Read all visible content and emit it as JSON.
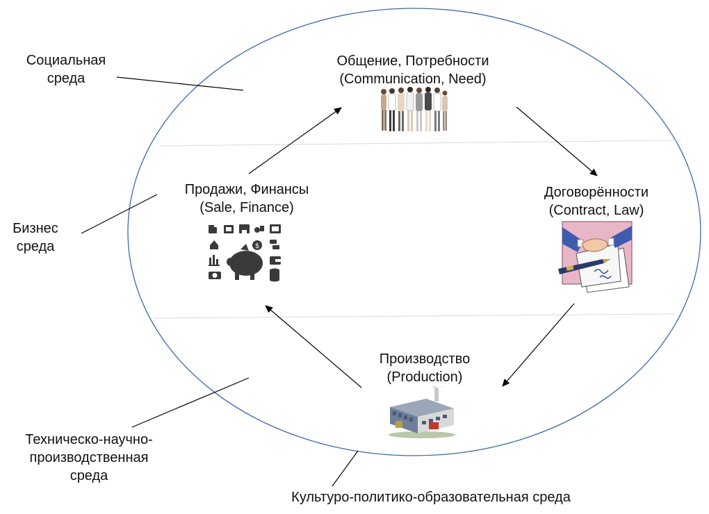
{
  "side_labels": {
    "social": [
      "Социальная",
      "среда"
    ],
    "business": [
      "Бизнес",
      "среда"
    ],
    "tech": [
      "Техническо-научно-",
      "производственная",
      "среда"
    ],
    "culture": "Культуро-политико-образовательная среда"
  },
  "nodes": {
    "communication": [
      "Общение, Потребности",
      "(Communication, Need)"
    ],
    "sales": [
      "Продажи, Финансы",
      "(Sale, Finance)"
    ],
    "contract": [
      "Договорённости",
      "(Contract, Law)"
    ],
    "production": [
      "Производство",
      "(Production)"
    ]
  },
  "colors": {
    "ellipse": "#3d6aa6",
    "divider": "#d9d9d9",
    "arrow": "#000000",
    "icon_dark": "#3a3a3a"
  },
  "icons": {
    "communication": "people-group-icon",
    "sales": "finance-piggy-bank-icon",
    "contract": "handshake-contract-icon",
    "production": "factory-icon"
  }
}
